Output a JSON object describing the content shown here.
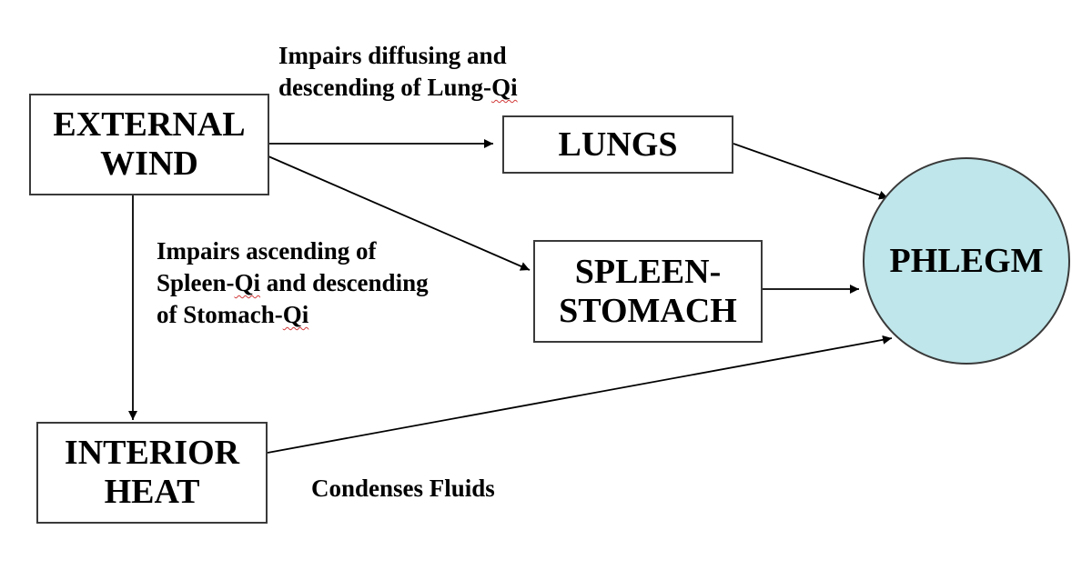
{
  "colors": {
    "box_border": "#3a3a3a",
    "arrow": "#000000",
    "phlegm_fill": "#bfe6ea",
    "spell_underline": "#d23a3a"
  },
  "nodes": {
    "external_wind": {
      "lines": [
        "EXTERNAL",
        "WIND"
      ]
    },
    "lungs": {
      "label": "LUNGS"
    },
    "spleen_stomach": {
      "lines": [
        "SPLEEN-",
        "STOMACH"
      ]
    },
    "interior_heat": {
      "lines": [
        "INTERIOR",
        "HEAT"
      ]
    },
    "phlegm": {
      "label": "PHLEGM",
      "shape": "circle"
    }
  },
  "edge_labels": {
    "lung_qi": {
      "line1": "Impairs diffusing and",
      "line2_prefix": "descending of Lung-",
      "line2_flagged": "Qi"
    },
    "spleen_qi": {
      "line1": "Impairs ascending of",
      "line2_prefix": "Spleen-",
      "line2_flagged": "Qi",
      "line2_suffix": " and descending",
      "line3_prefix": "of Stomach-",
      "line3_flagged": "Qi"
    },
    "condenses": {
      "text": "Condenses Fluids"
    }
  },
  "edges": [
    {
      "from": "external_wind",
      "to": "lungs",
      "label": "lung_qi"
    },
    {
      "from": "external_wind",
      "to": "spleen_stomach",
      "label": "spleen_qi"
    },
    {
      "from": "external_wind",
      "to": "interior_heat"
    },
    {
      "from": "lungs",
      "to": "phlegm"
    },
    {
      "from": "spleen_stomach",
      "to": "phlegm"
    },
    {
      "from": "interior_heat",
      "to": "phlegm",
      "label": "condenses"
    }
  ]
}
